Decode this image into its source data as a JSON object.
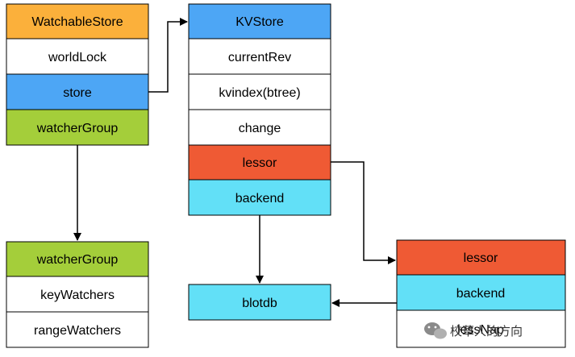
{
  "colors": {
    "orange": "#FBB03B",
    "blue": "#4DA6F5",
    "green": "#A4CE3A",
    "red": "#EF5A34",
    "cyan": "#62E0F7",
    "white": "#FFFFFF",
    "border": "#000000"
  },
  "watchable_store": {
    "title": "WatchableStore",
    "world_lock": "worldLock",
    "store": "store",
    "watcher_group": "watcherGroup"
  },
  "watcher_group_box": {
    "title": "watcherGroup",
    "key_watchers": "keyWatchers",
    "range_watchers": "rangeWatchers"
  },
  "kv_store": {
    "title": "KVStore",
    "current_rev": "currentRev",
    "kvindex": "kvindex(btree)",
    "change": "change",
    "lessor": "lessor",
    "backend": "backend"
  },
  "lessor_box": {
    "title": "lessor",
    "backend": "backend",
    "third_row": "lessNap"
  },
  "blotdb": {
    "label": "blotdb"
  },
  "watermark": {
    "text": "校草人的方向",
    "icon": "wechat-icon"
  }
}
